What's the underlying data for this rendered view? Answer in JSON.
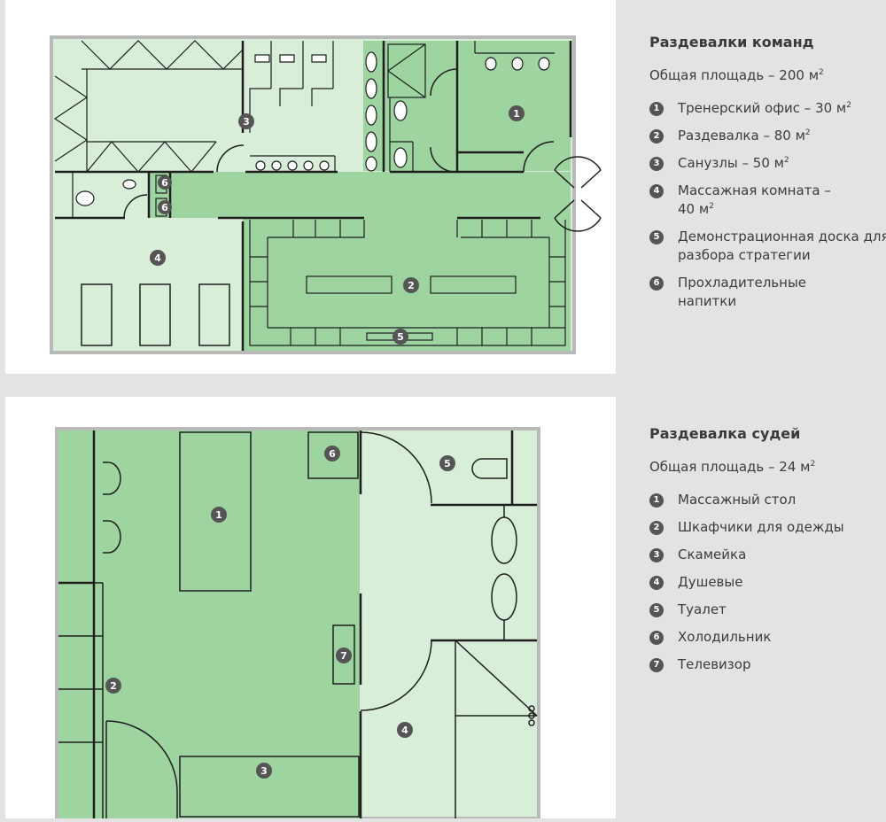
{
  "team_section": {
    "title": "Раздевалки команд",
    "area_text": "Общая площадь – 200 м",
    "area_sup": "2",
    "items": [
      {
        "num": "1",
        "text": "Тренерский офис – 30 м",
        "sup": "2"
      },
      {
        "num": "2",
        "text": "Раздевалка – 80 м",
        "sup": "2"
      },
      {
        "num": "3",
        "text": "Санузлы – 50 м",
        "sup": "2"
      },
      {
        "num": "4",
        "text": "Массажная комната – 40 м",
        "sup": "2"
      },
      {
        "num": "5",
        "text": "Демонстрационная доска для разбора стратегии",
        "sup": ""
      },
      {
        "num": "6",
        "text": "Прохладительные напитки",
        "sup": ""
      }
    ]
  },
  "referee_section": {
    "title": "Раздевалка судей",
    "area_text": "Общая площадь – 24 м",
    "area_sup": "2",
    "items": [
      {
        "num": "1",
        "text": "Массажный стол",
        "sup": ""
      },
      {
        "num": "2",
        "text": "Шкафчики для одежды",
        "sup": ""
      },
      {
        "num": "3",
        "text": "Скамейка",
        "sup": ""
      },
      {
        "num": "4",
        "text": "Душевые",
        "sup": ""
      },
      {
        "num": "5",
        "text": "Туалет",
        "sup": ""
      },
      {
        "num": "6",
        "text": "Холодильник",
        "sup": ""
      },
      {
        "num": "7",
        "text": "Телевизор",
        "sup": ""
      }
    ]
  },
  "plan1_markers": [
    "1",
    "2",
    "3",
    "4",
    "5",
    "6",
    "6"
  ],
  "plan2_markers": [
    "1",
    "2",
    "3",
    "4",
    "5",
    "6",
    "7"
  ],
  "colors": {
    "dark_green": "#9dd49f",
    "light_green": "#d8eed8",
    "wall": "#1e1e1e",
    "frame": "#b9b9b9",
    "marker": "#555555",
    "panel_bg": "#e3e3e4"
  }
}
